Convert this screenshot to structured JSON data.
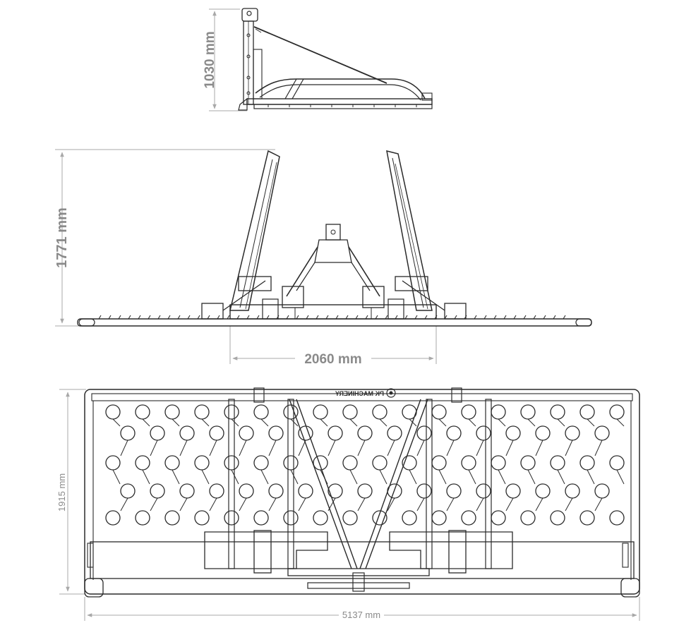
{
  "dimensions": {
    "side_height": "1030 mm",
    "front_height": "1771 mm",
    "front_width": "2060 mm",
    "top_depth": "1915 mm",
    "top_width": "5137 mm"
  },
  "brand_label": "PK MACHINERY",
  "colors": {
    "linework": "#2a2a2a",
    "dimension": "#8a8a8a"
  }
}
